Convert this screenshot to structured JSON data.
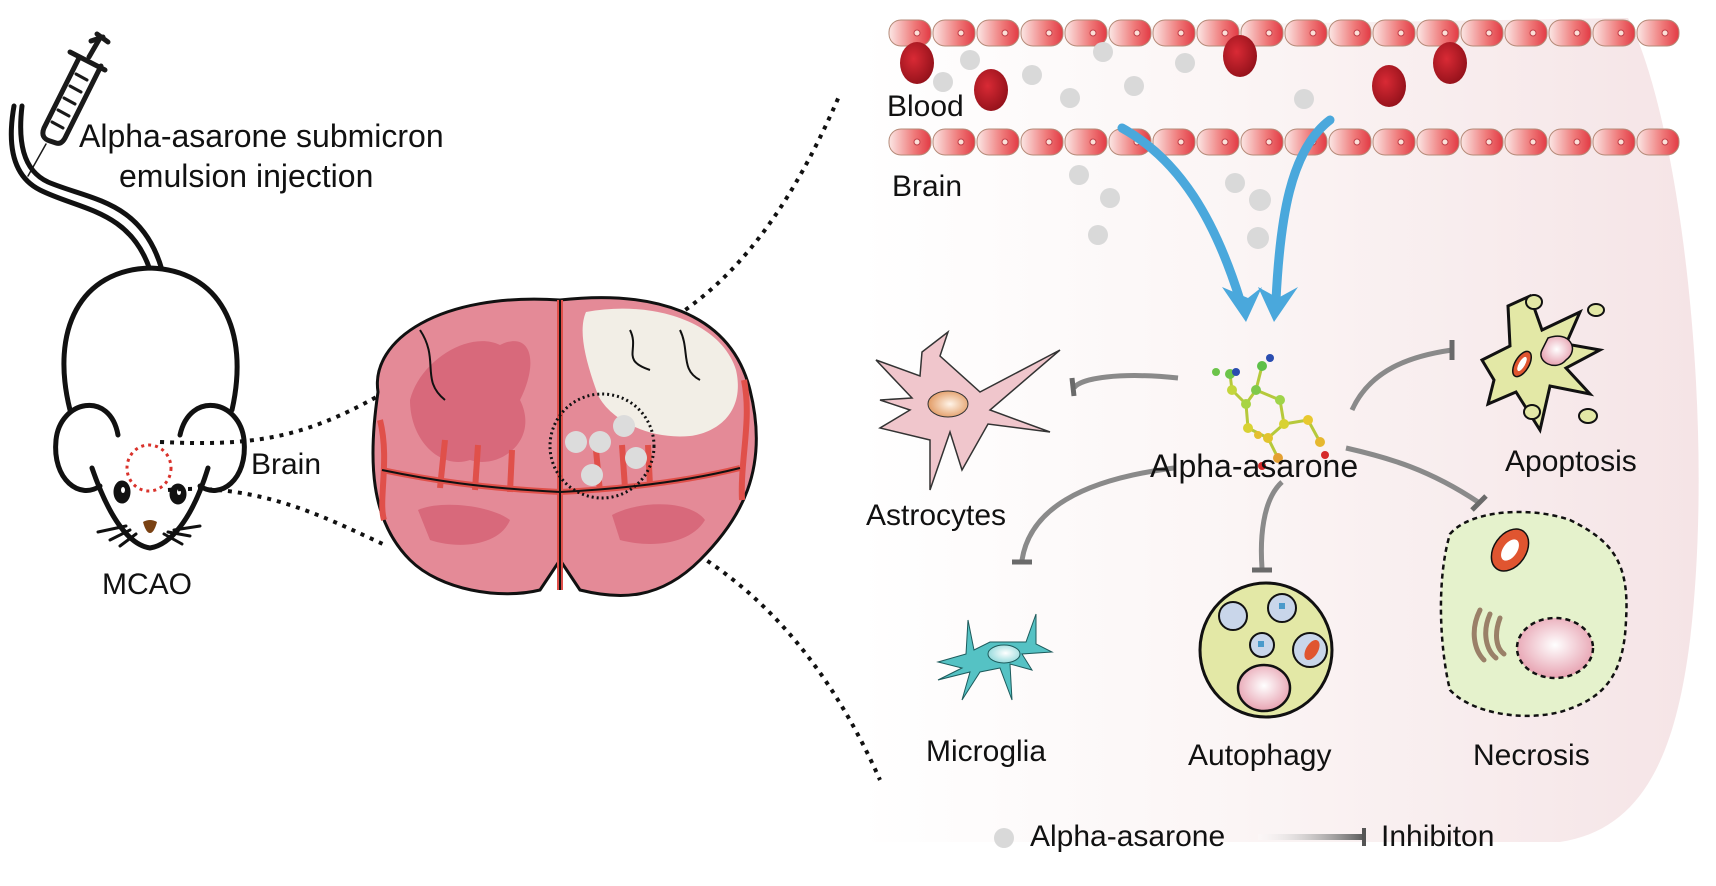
{
  "left_panel": {
    "injection_label_line1": "Alpha-asarone submicron",
    "injection_label_line2": "emulsion injection",
    "brain_label": "Brain",
    "model_label": "MCAO"
  },
  "right_panel": {
    "blood_label": "Blood",
    "brain_label": "Brain",
    "center_compound_label": "Alpha-asarone",
    "targets": [
      {
        "label": "Astrocytes",
        "effect": "inhibited"
      },
      {
        "label": "Microglia",
        "effect": "inhibited"
      },
      {
        "label": "Autophagy",
        "effect": "inhibited"
      },
      {
        "label": "Necrosis",
        "effect": "inhibited"
      },
      {
        "label": "Apoptosis",
        "effect": "inhibited"
      }
    ]
  },
  "legend": {
    "dot_label": "Alpha-asarone",
    "inhibition_label": "Inhibiton"
  },
  "colors": {
    "endothelium": "#e94a4f",
    "rbc": "#c0182a",
    "drug_dot": "#d8d8d8",
    "arrow_blue": "#4aa8dc",
    "panel_bg": "#f6e6e8",
    "brain_pink": "#e48a97",
    "vessel_red": "#e0504a",
    "infarct": "#f1ede6",
    "cell_yellow": "#e3e8a6",
    "astro_pink": "#f0c6cc",
    "microglia_teal": "#55c2c4",
    "necrosis_green": "#e5f2cc"
  }
}
